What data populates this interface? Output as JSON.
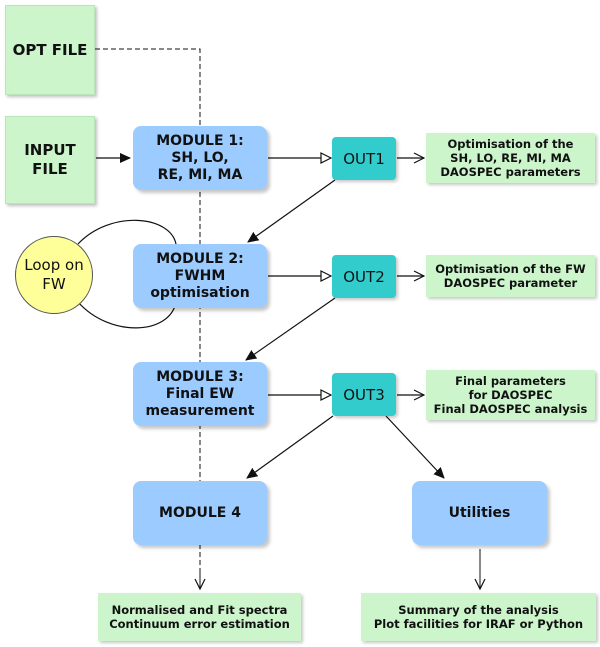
{
  "inputs": {
    "opt_file": "OPT FILE",
    "input_file": "INPUT\nFILE"
  },
  "loop": "Loop on\nFW",
  "modules": {
    "m1": "MODULE 1:\nSH, LO,\nRE, MI, MA",
    "m2": "MODULE 2:\nFWHM\noptimisation",
    "m3": "MODULE 3:\nFinal EW\nmeasurement",
    "m4": "MODULE 4",
    "utilities": "Utilities"
  },
  "outputs": {
    "out1": "OUT1",
    "out2": "OUT2",
    "out3": "OUT3"
  },
  "results": {
    "r1": "Optimisation of the\nSH, LO, RE, MI, MA\nDAOSPEC parameters",
    "r2": "Optimisation of the FW\nDAOSPEC parameter",
    "r3": "Final parameters\nfor DAOSPEC\nFinal DAOSPEC analysis",
    "r4": "Normalised and Fit spectra\nContinuum error estimation",
    "r5": "Summary of the analysis\nPlot facilities for IRAF or Python"
  },
  "colors": {
    "file_box": "#ccf5cc",
    "module_box": "#9ccbff",
    "out_box": "#33cccc",
    "loop_circle": "#ffff99"
  }
}
